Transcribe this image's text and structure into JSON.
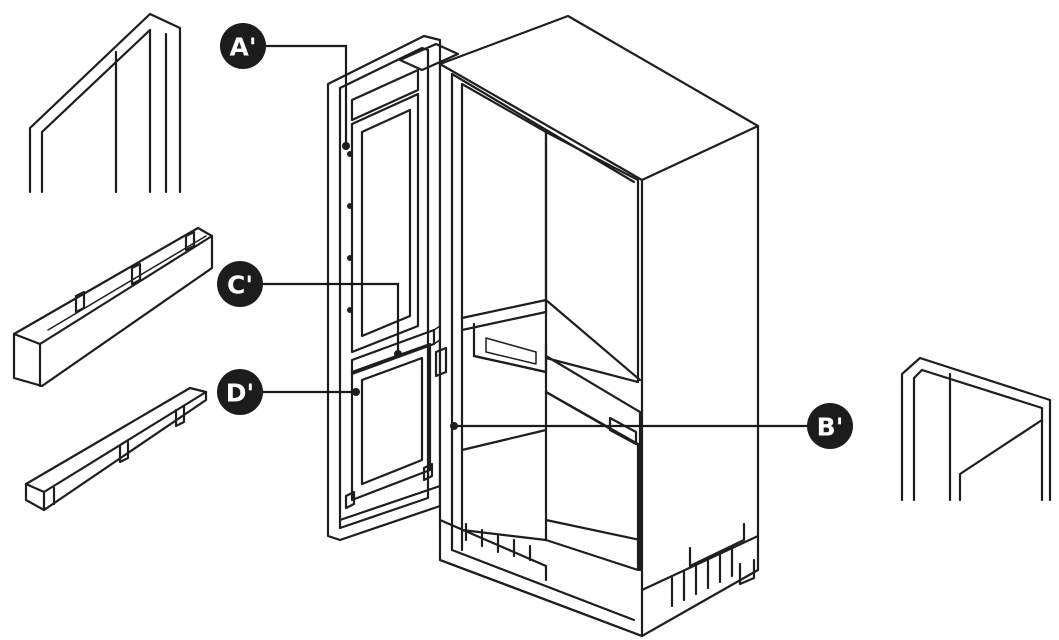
{
  "callouts": {
    "a": "A'",
    "b": "B'",
    "c": "C'",
    "d": "D'"
  },
  "colors": {
    "line": "#1e1e1e",
    "badge": "#1c1c1c",
    "badge_text": "#ffffff",
    "background": "#ffffff"
  }
}
